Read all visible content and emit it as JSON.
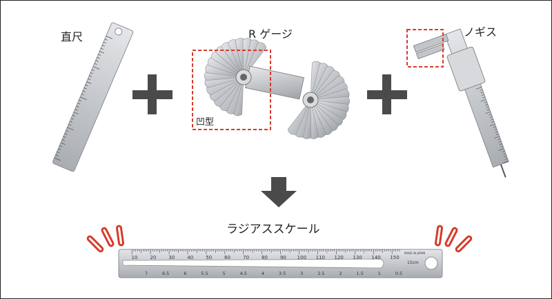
{
  "labels": {
    "ruler": "直尺",
    "radius_gauge": "R ゲージ",
    "caliper": "ノギス",
    "concave_type": "凹型",
    "result": "ラジアススケール"
  },
  "ruler_markings": {
    "ticks": [
      "10",
      "20",
      "30",
      "40",
      "50",
      "60",
      "70",
      "80",
      "90",
      "100",
      "110",
      "120",
      "130",
      "140",
      "150"
    ],
    "radii": [
      "7",
      "6.5",
      "6",
      "5.5",
      "5",
      "4.5",
      "4",
      "3.5",
      "3",
      "2.5",
      "2",
      "1.5",
      "1",
      "0.5"
    ],
    "unit": "15cm",
    "maker_text": "MADE IN JAPAN"
  },
  "colors": {
    "operator": "#4a4a4a",
    "highlight": "#d63a2a",
    "steel": "#c9ccd0"
  }
}
